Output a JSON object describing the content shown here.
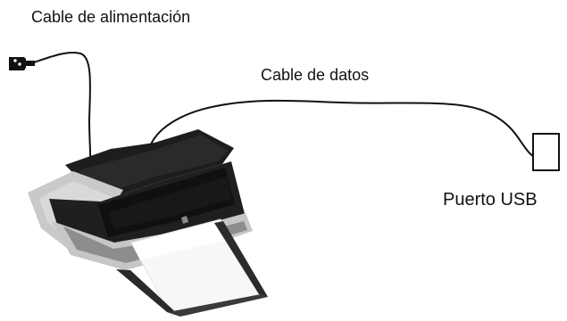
{
  "labels": {
    "power_cable": "Cable de alimentación",
    "data_cable": "Cable de datos",
    "usb_port": "Puerto USB"
  },
  "icons": {
    "plug": "power-plug-icon",
    "printer": "printer-icon",
    "usb_port": "usb-port-icon"
  },
  "colors": {
    "line": "#111111",
    "printer_body": "#1e1e1e",
    "printer_trim": "#c8c8c8",
    "paper": "#f7f7f7"
  }
}
